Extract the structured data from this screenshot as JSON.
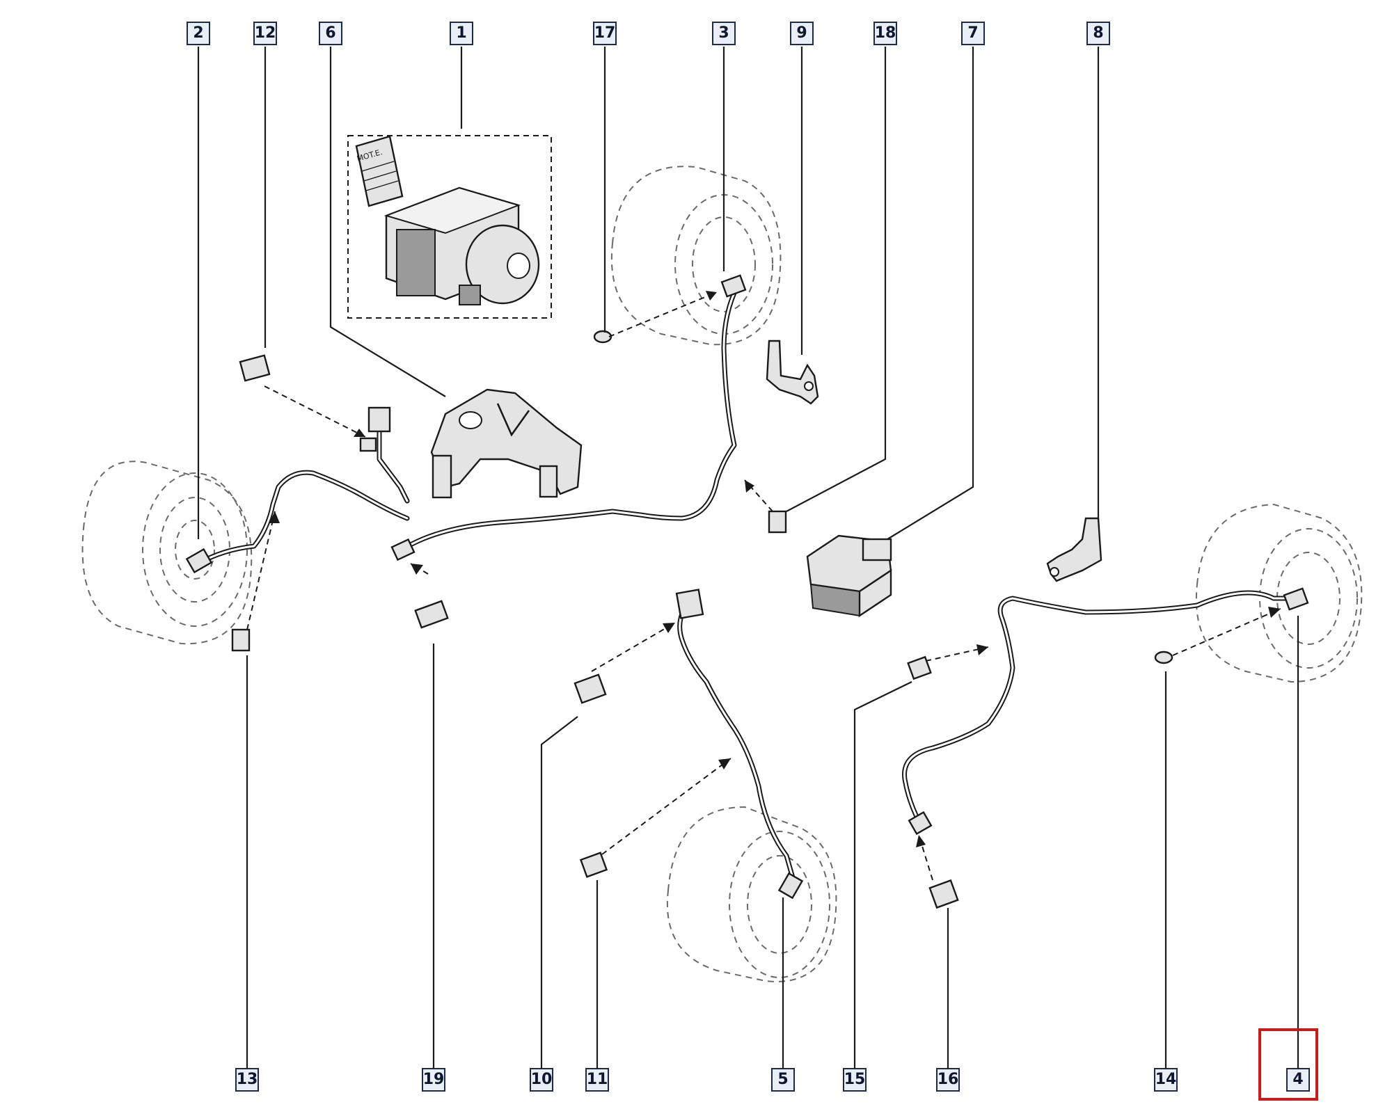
{
  "callouts": [
    {
      "id": "c2",
      "label": "2"
    },
    {
      "id": "c12",
      "label": "12"
    },
    {
      "id": "c6",
      "label": "6"
    },
    {
      "id": "c1",
      "label": "1"
    },
    {
      "id": "c17",
      "label": "17"
    },
    {
      "id": "c3",
      "label": "3"
    },
    {
      "id": "c9",
      "label": "9"
    },
    {
      "id": "c18",
      "label": "18"
    },
    {
      "id": "c7",
      "label": "7"
    },
    {
      "id": "c8",
      "label": "8"
    },
    {
      "id": "c13",
      "label": "13"
    },
    {
      "id": "c19",
      "label": "19"
    },
    {
      "id": "c10",
      "label": "10"
    },
    {
      "id": "c11",
      "label": "11"
    },
    {
      "id": "c5",
      "label": "5"
    },
    {
      "id": "c15",
      "label": "15"
    },
    {
      "id": "c16",
      "label": "16"
    },
    {
      "id": "c14",
      "label": "14"
    },
    {
      "id": "c4",
      "label": "4"
    }
  ],
  "highlighted_callout": "4",
  "highlight_color": "#d01818",
  "abs_unit_label": "MOT.E.",
  "colors": {
    "line": "#1a1a1a",
    "callout_fill": "#e9eef7",
    "callout_border": "#1c2a4a"
  }
}
